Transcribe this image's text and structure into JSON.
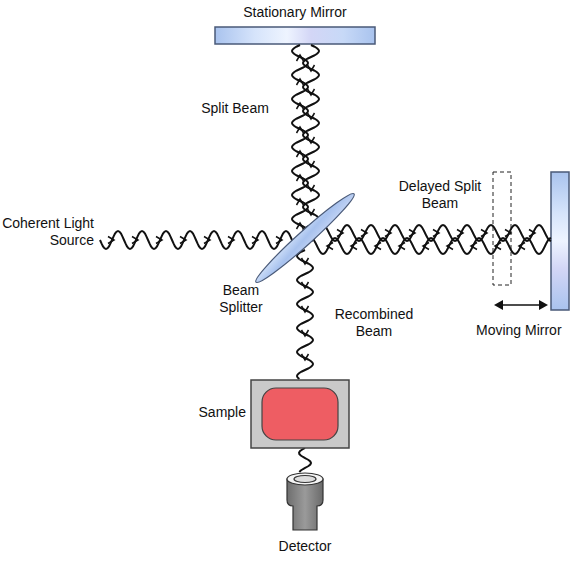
{
  "diagram": {
    "labels": [
      "Stationary Mirror",
      "Split Beam",
      "Coherent Light Source",
      "Beam Splitter",
      "Delayed Split Beam",
      "Recombined Beam",
      "Moving Mirror",
      "Sample",
      "Detector"
    ]
  }
}
